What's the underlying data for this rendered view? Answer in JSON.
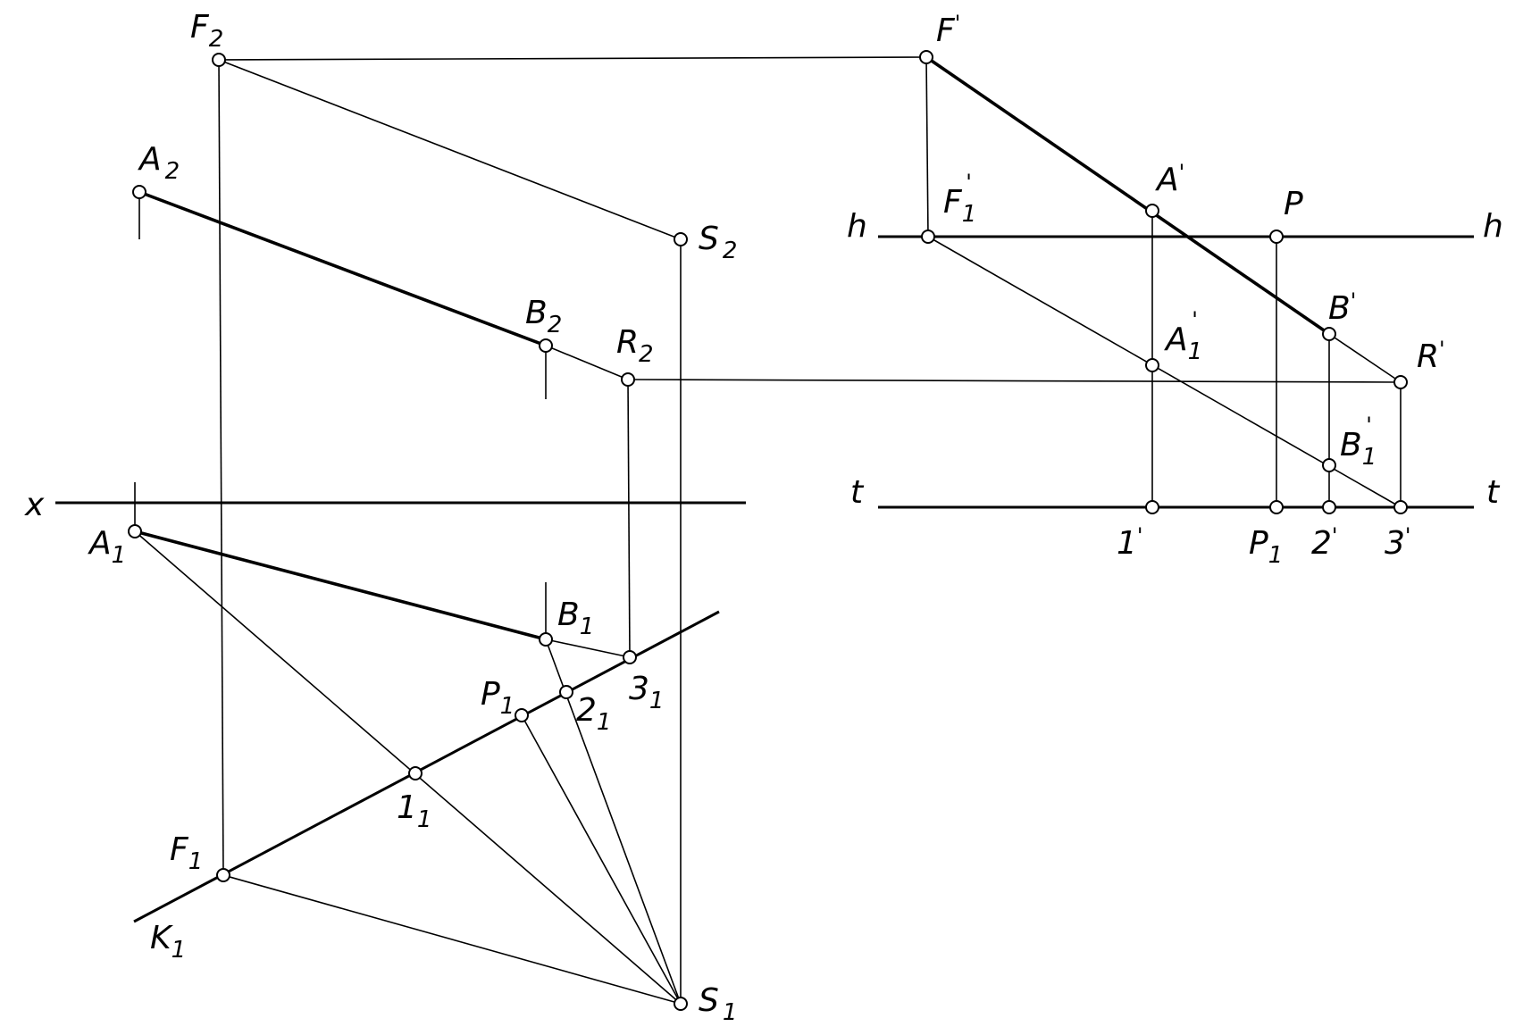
{
  "diagram": {
    "labels": {
      "F2": {
        "main": "F",
        "sub": "2",
        "sup": ""
      },
      "A2": {
        "main": "A",
        "sub": "2",
        "sup": ""
      },
      "S2": {
        "main": "S",
        "sub": "2",
        "sup": ""
      },
      "B2": {
        "main": "B",
        "sub": "2",
        "sup": ""
      },
      "R2": {
        "main": "R",
        "sub": "2",
        "sup": ""
      },
      "x": {
        "main": "x",
        "sub": "",
        "sup": ""
      },
      "A1": {
        "main": "A",
        "sub": "1",
        "sup": ""
      },
      "B1": {
        "main": "B",
        "sub": "1",
        "sup": ""
      },
      "P1": {
        "main": "P",
        "sub": "1",
        "sup": ""
      },
      "21": {
        "main": "2",
        "sub": "1",
        "sup": ""
      },
      "31": {
        "main": "3",
        "sub": "1",
        "sup": ""
      },
      "11": {
        "main": "1",
        "sub": "1",
        "sup": ""
      },
      "F1": {
        "main": "F",
        "sub": "1",
        "sup": ""
      },
      "K1": {
        "main": "K",
        "sub": "1",
        "sup": ""
      },
      "S1": {
        "main": "S",
        "sub": "1",
        "sup": ""
      },
      "Fp": {
        "main": "F",
        "sub": "",
        "sup": "'"
      },
      "F1p": {
        "main": "F",
        "sub": "1",
        "sup": "'"
      },
      "Ap": {
        "main": "A",
        "sub": "",
        "sup": "'"
      },
      "A1p": {
        "main": "A",
        "sub": "1",
        "sup": "'"
      },
      "P": {
        "main": "P",
        "sub": "",
        "sup": ""
      },
      "Bp": {
        "main": "B",
        "sub": "",
        "sup": "'"
      },
      "B1p": {
        "main": "B",
        "sub": "1",
        "sup": "'"
      },
      "Rp": {
        "main": "R",
        "sub": "",
        "sup": "'"
      },
      "h_left": {
        "main": "h",
        "sub": "",
        "sup": ""
      },
      "h_right": {
        "main": "h",
        "sub": "",
        "sup": ""
      },
      "t_left": {
        "main": "t",
        "sub": "",
        "sup": ""
      },
      "t_right": {
        "main": "t",
        "sub": "",
        "sup": ""
      },
      "1p": {
        "main": "1",
        "sub": "",
        "sup": "'"
      },
      "Pt1": {
        "main": "P",
        "sub": "1",
        "sup": ""
      },
      "2p": {
        "main": "2",
        "sub": "",
        "sup": "'"
      },
      "3p": {
        "main": "3",
        "sub": "",
        "sup": "'"
      }
    }
  }
}
